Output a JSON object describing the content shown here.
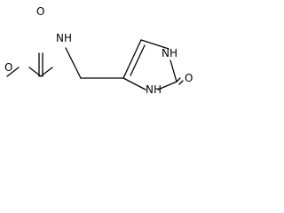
{
  "molecule": {
    "atoms": {
      "carbonyl_oxygen": "O",
      "ester_oxygen": "O",
      "amide_nitrogen": "NH",
      "ring_nh_top": "NH",
      "ring_nh_bottom": "NH",
      "ring_carbonyl_oxygen": "O"
    }
  }
}
